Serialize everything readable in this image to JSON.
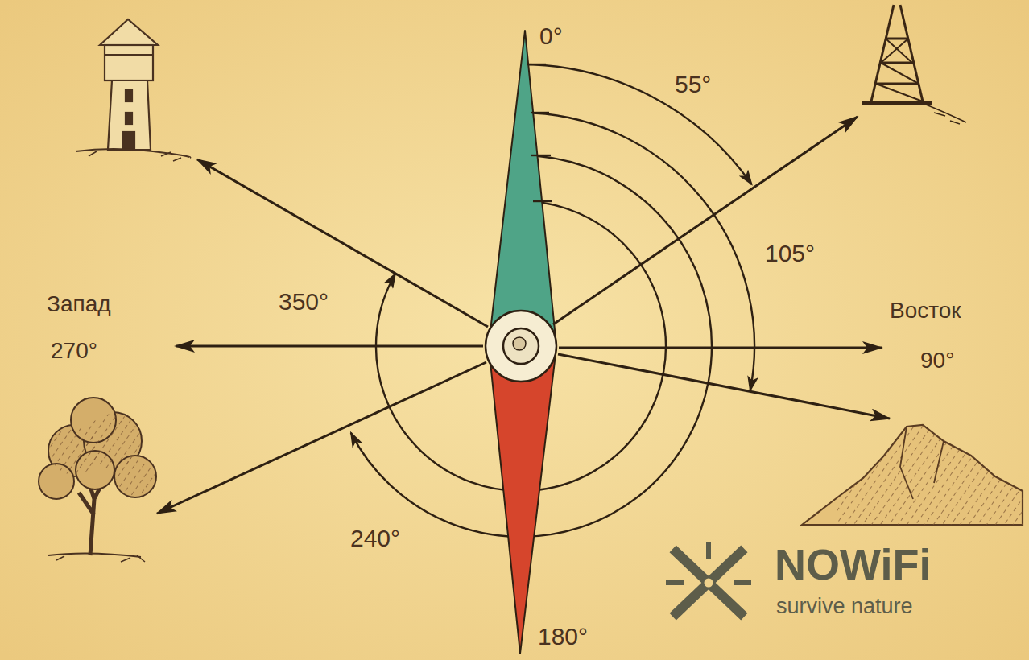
{
  "diagram": {
    "labels": [
      "0°",
      "55°",
      "105°",
      "350°",
      "Запад",
      "270°",
      "Восток",
      "90°",
      "240°",
      "180°",
      "NOWiFi",
      "survive nature"
    ]
  }
}
